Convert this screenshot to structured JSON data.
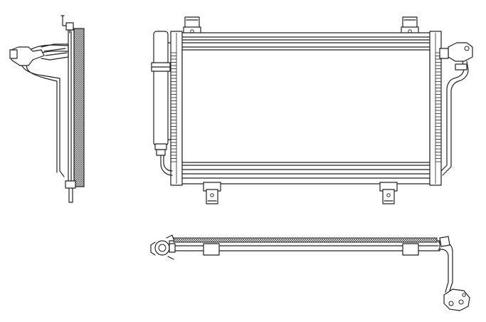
{
  "drawing": {
    "subject": "condenser-assembly",
    "views": [
      "side-view",
      "front-view",
      "top-view"
    ],
    "ink_color": "#222222",
    "background_color": "#ffffff",
    "fin_pattern": "crosshatch"
  }
}
